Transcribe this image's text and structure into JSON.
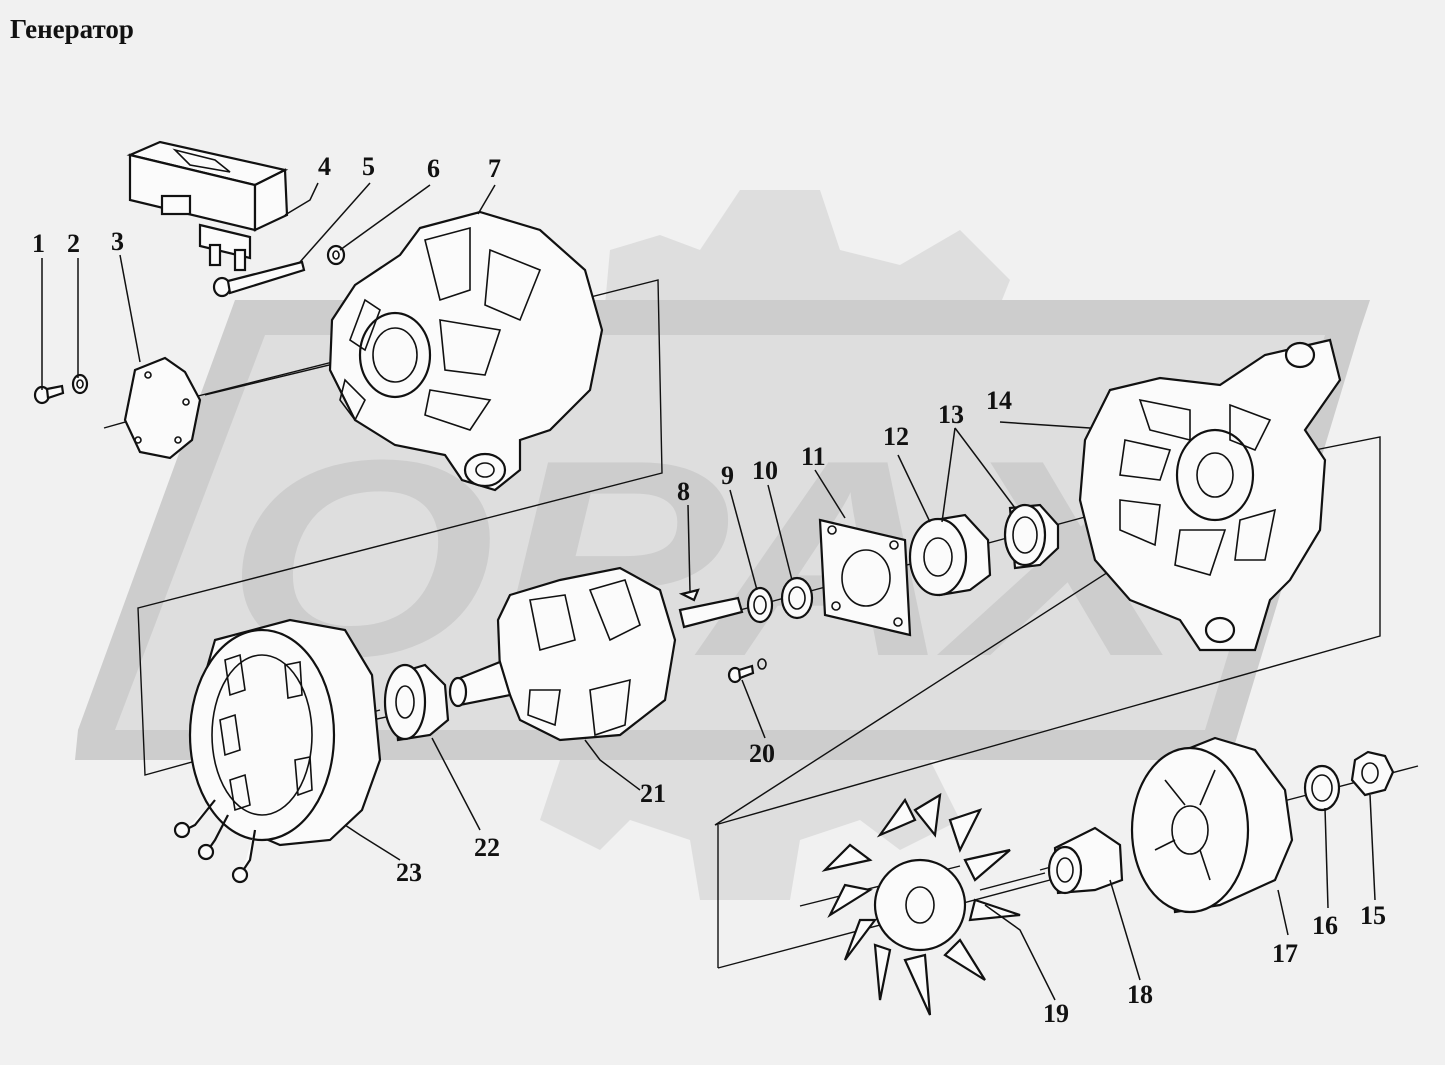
{
  "title": "Генератор",
  "watermark": "OPAX",
  "colors": {
    "background": "#f1f1f1",
    "ink": "#111111",
    "watermark": "#cdcdcd"
  },
  "callouts": [
    "1",
    "2",
    "3",
    "4",
    "5",
    "6",
    "7",
    "8",
    "9",
    "10",
    "11",
    "12",
    "13",
    "14",
    "15",
    "16",
    "17",
    "18",
    "19",
    "20",
    "21",
    "22",
    "23"
  ]
}
